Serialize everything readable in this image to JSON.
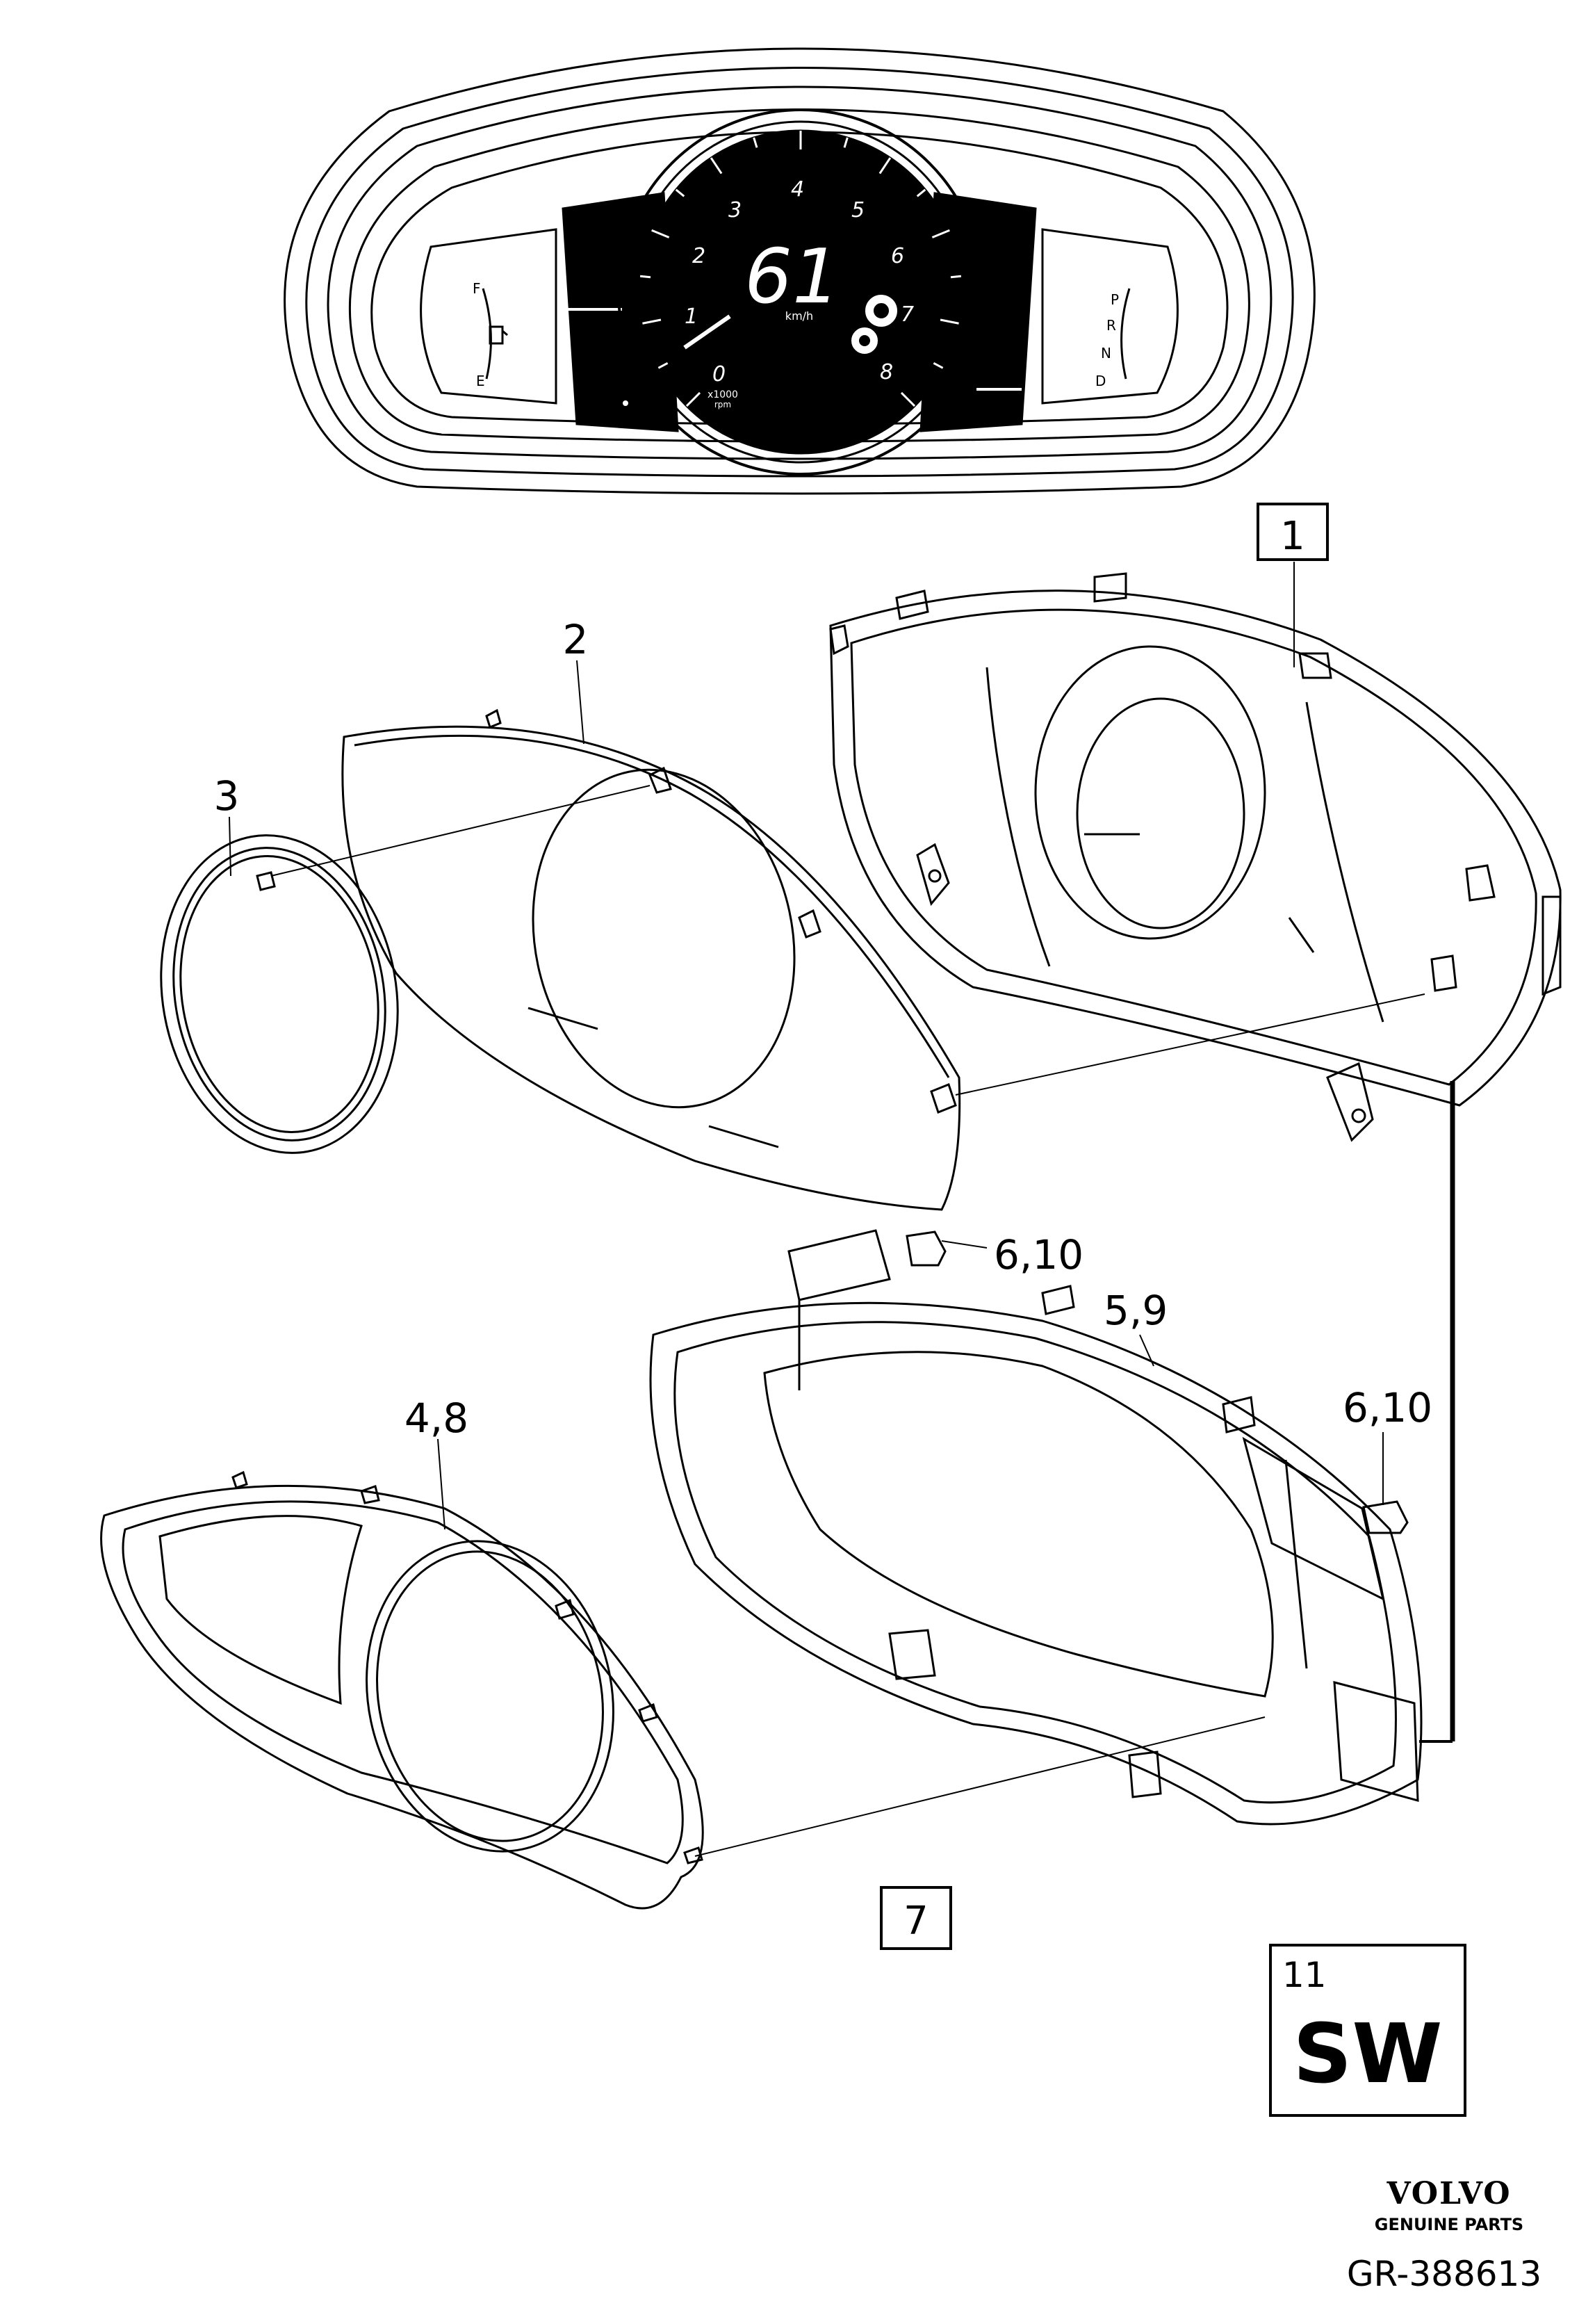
{
  "cluster_display": {
    "speed": "61",
    "speed_unit": "km/h",
    "rpm_unit_line1": "x1000",
    "rpm_unit_line2": "rpm",
    "tach_ticks": [
      "0",
      "1",
      "2",
      "3",
      "4",
      "5",
      "6",
      "7",
      "8"
    ],
    "fuel_full": "F",
    "fuel_empty": "E",
    "gears": [
      "P",
      "R",
      "N",
      "D"
    ]
  },
  "callouts": {
    "c1": "1",
    "c2": "2",
    "c3": "3",
    "c48": "4,8",
    "c59": "5,9",
    "c610a": "6,10",
    "c610b": "6,10",
    "c7": "7"
  },
  "software": {
    "number": "11",
    "label": "SW"
  },
  "brand": {
    "name": "VOLVO",
    "tagline": "GENUINE PARTS",
    "ref": "GR-388613"
  }
}
